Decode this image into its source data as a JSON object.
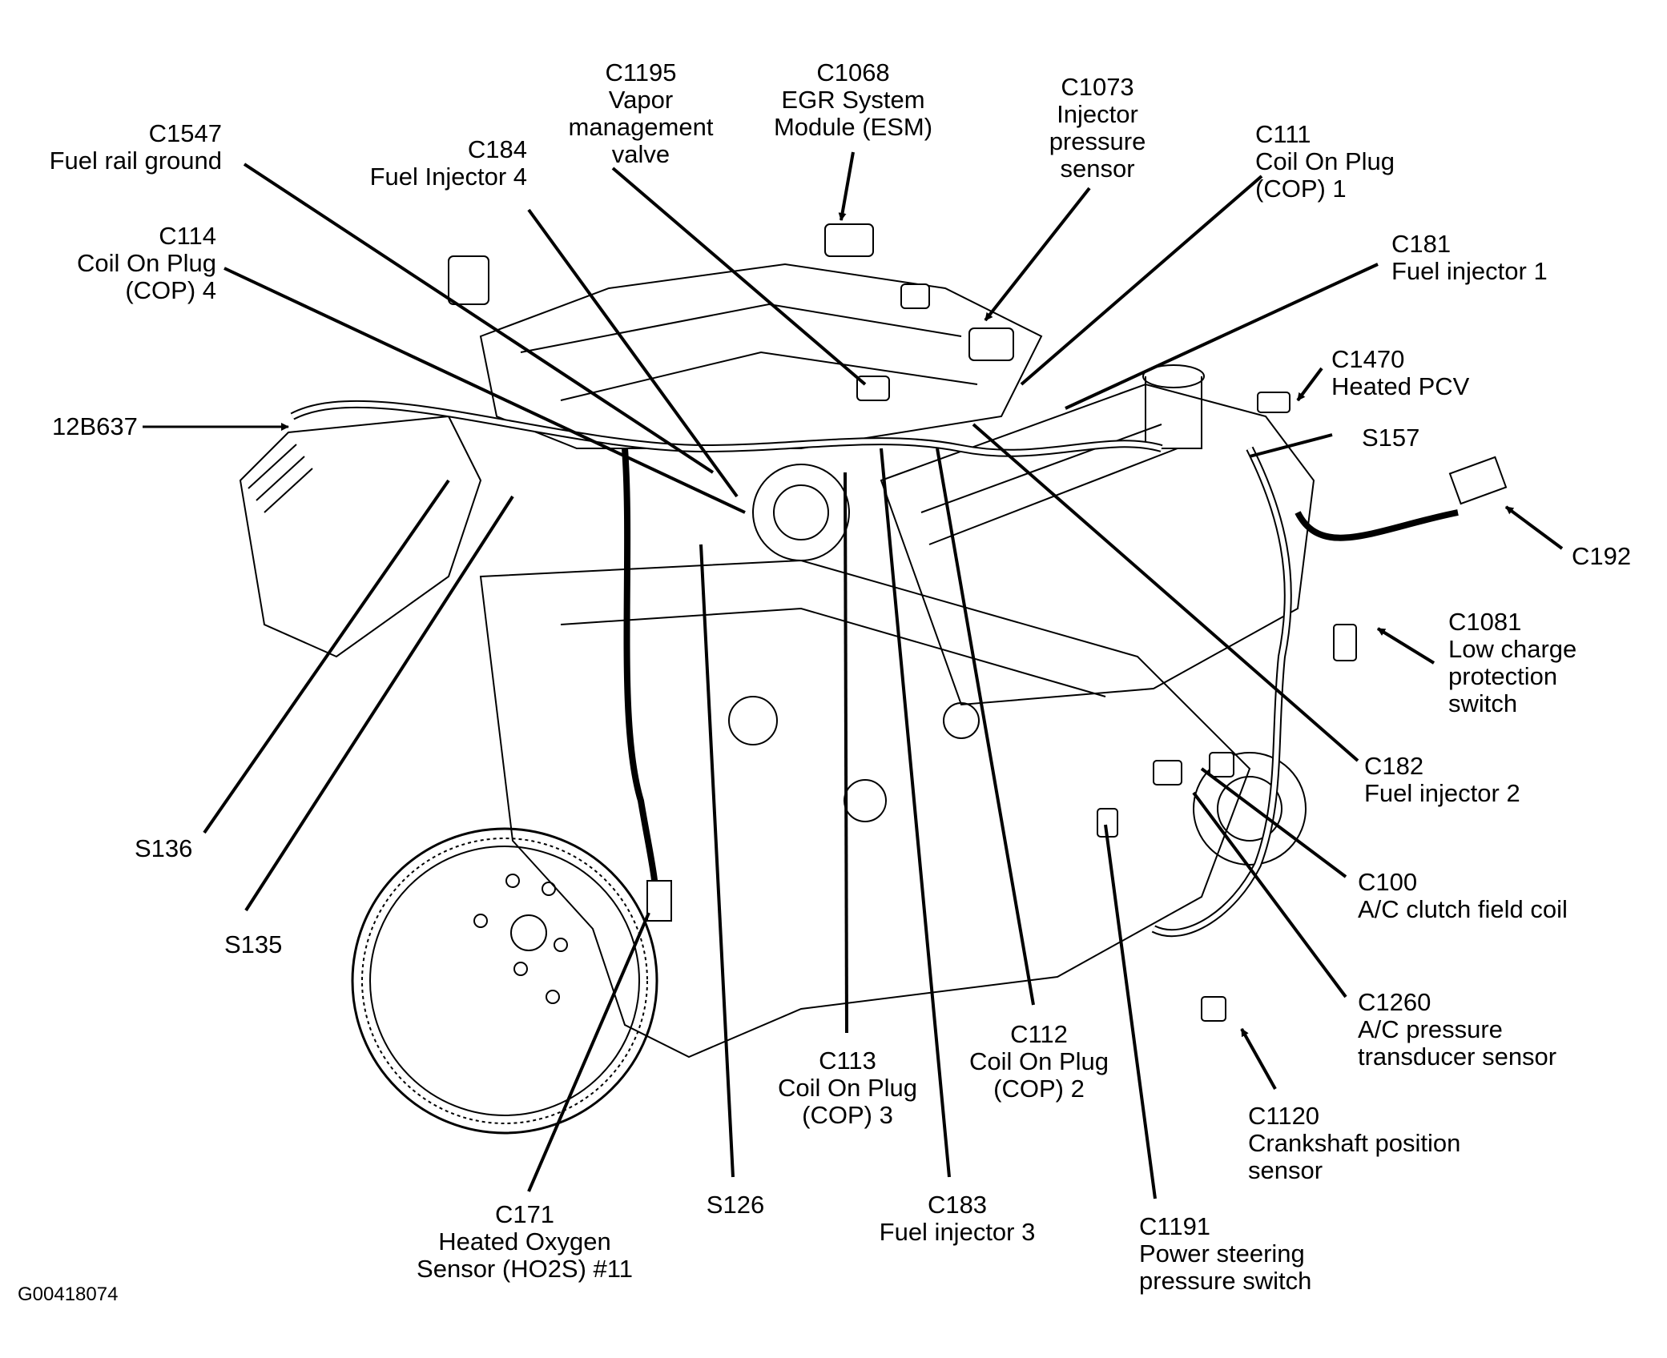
{
  "figure": {
    "title": "Engine wiring harness connector locations",
    "figure_id": "G00418074"
  },
  "callouts": [
    {
      "id": "C1547",
      "desc": [
        "Fuel rail ground"
      ]
    },
    {
      "id": "C184",
      "desc": [
        "Fuel Injector 4"
      ]
    },
    {
      "id": "C114",
      "desc": [
        "Coil On Plug",
        "(COP) 4"
      ]
    },
    {
      "id": "C1195",
      "desc": [
        "Vapor",
        "management",
        "valve"
      ]
    },
    {
      "id": "C1068",
      "desc": [
        "EGR System",
        "Module (ESM)"
      ]
    },
    {
      "id": "C1073",
      "desc": [
        "Injector",
        "pressure",
        "sensor"
      ]
    },
    {
      "id": "C111",
      "desc": [
        "Coil On Plug",
        "(COP) 1"
      ]
    },
    {
      "id": "C181",
      "desc": [
        "Fuel injector 1"
      ]
    },
    {
      "id": "C1470",
      "desc": [
        "Heated PCV"
      ]
    },
    {
      "id": "12B637",
      "desc": []
    },
    {
      "id": "S157",
      "desc": []
    },
    {
      "id": "C192",
      "desc": []
    },
    {
      "id": "C1081",
      "desc": [
        "Low charge",
        "protection",
        "switch"
      ]
    },
    {
      "id": "C182",
      "desc": [
        "Fuel injector 2"
      ]
    },
    {
      "id": "C100",
      "desc": [
        "A/C clutch field coil"
      ]
    },
    {
      "id": "C1260",
      "desc": [
        "A/C pressure",
        "transducer sensor"
      ]
    },
    {
      "id": "C1120",
      "desc": [
        "Crankshaft position",
        "sensor"
      ]
    },
    {
      "id": "S136",
      "desc": []
    },
    {
      "id": "S135",
      "desc": []
    },
    {
      "id": "C113",
      "desc": [
        "Coil On Plug",
        "(COP) 3"
      ]
    },
    {
      "id": "C112",
      "desc": [
        "Coil On Plug",
        "(COP) 2"
      ]
    },
    {
      "id": "C171",
      "desc": [
        "Heated Oxygen",
        "Sensor (HO2S) #11"
      ]
    },
    {
      "id": "S126",
      "desc": []
    },
    {
      "id": "C183",
      "desc": [
        "Fuel injector 3"
      ]
    },
    {
      "id": "C1191",
      "desc": [
        "Power steering",
        "pressure switch"
      ]
    }
  ]
}
